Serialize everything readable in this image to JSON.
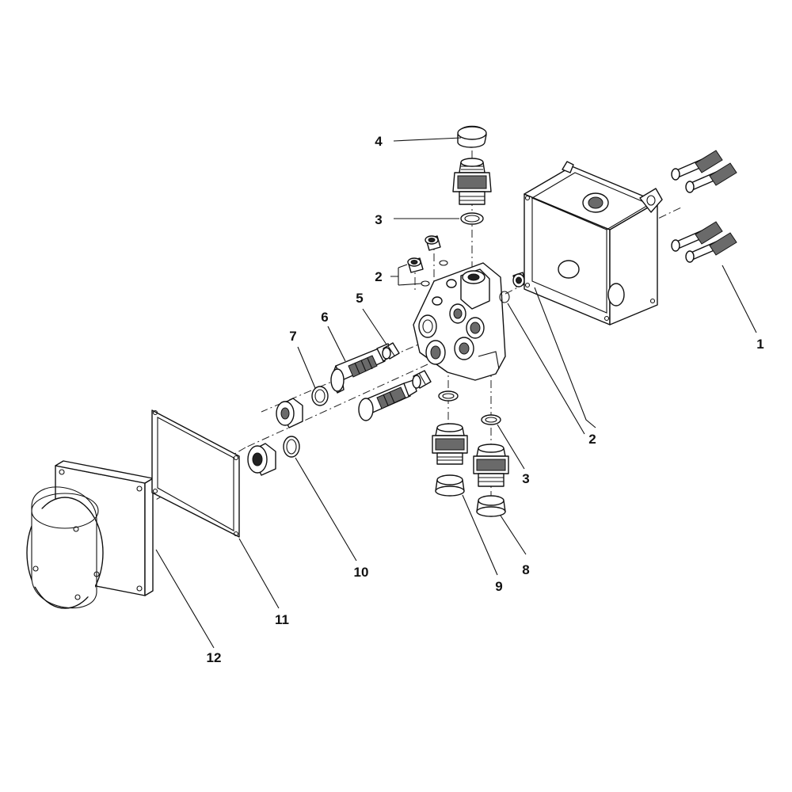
{
  "diagram": {
    "callouts": [
      {
        "id": "c1",
        "label": "1"
      },
      {
        "id": "c2a",
        "label": "2"
      },
      {
        "id": "c2b",
        "label": "2"
      },
      {
        "id": "c3a",
        "label": "3"
      },
      {
        "id": "c3b",
        "label": "3"
      },
      {
        "id": "c4",
        "label": "4"
      },
      {
        "id": "c5",
        "label": "5"
      },
      {
        "id": "c6",
        "label": "6"
      },
      {
        "id": "c7",
        "label": "7"
      },
      {
        "id": "c8",
        "label": "8"
      },
      {
        "id": "c9",
        "label": "9"
      },
      {
        "id": "c10",
        "label": "10"
      },
      {
        "id": "c11",
        "label": "11"
      },
      {
        "id": "c12",
        "label": "12"
      }
    ]
  }
}
